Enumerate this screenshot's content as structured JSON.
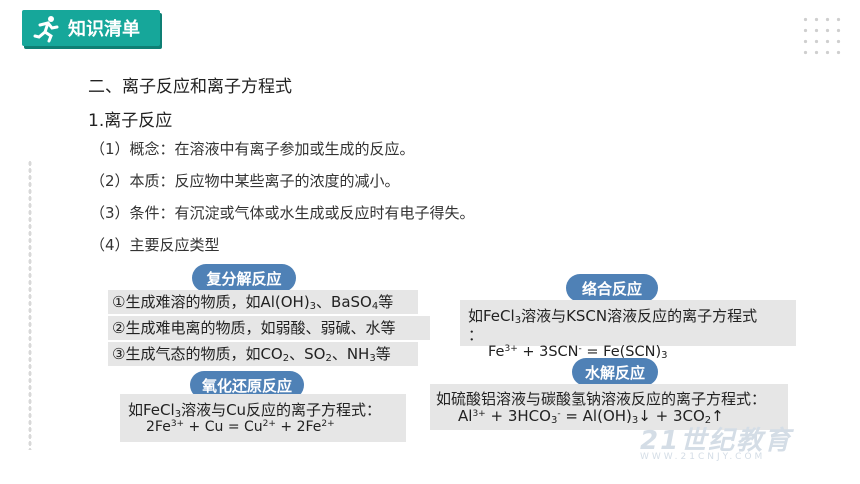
{
  "header": {
    "title": "知识清单",
    "icon": "runner-icon",
    "accent": "#16a79a"
  },
  "section": {
    "heading": "二、离子反应和离子方程式",
    "subheading": "1.离子反应",
    "items": [
      "（1）概念：在溶液中有离子参加或生成的反应。",
      "（2）本质：反应物中某些离子的浓度的减小。",
      "（3）条件：有沉淀或气体或水生成或反应时有电子得失。",
      "（4）主要反应类型"
    ]
  },
  "double_decomp": {
    "label": "复分解反应",
    "row1": {
      "a": "①生成难溶的物质，如Al(OH)",
      "b": "3",
      "c": "、BaSO",
      "d": "4",
      "e": "等"
    },
    "row2": "②生成难电离的物质，如弱酸、弱碱、水等",
    "row3": {
      "a": "③生成气态的物质，如CO",
      "b": "2",
      "c": "、SO",
      "d": "2",
      "e": "、NH",
      "f": "3",
      "g": "等"
    }
  },
  "redox": {
    "label": "氧化还原反应",
    "desc": {
      "a": "如FeCl",
      "b": "3",
      "c": "溶液与Cu反应的离子方程式："
    },
    "eq": {
      "a": "2Fe",
      "b": "3+",
      "c": " + Cu = Cu",
      "d": "2+",
      "e": " + 2Fe",
      "f": "2+"
    }
  },
  "complex": {
    "label": "络合反应",
    "desc": {
      "a": "如FeCl",
      "b": "3",
      "c": "溶液与KSCN溶液反应的离子方程式",
      "d": "："
    },
    "eq": {
      "a": "Fe",
      "b": "3+",
      "c": " + 3SCN",
      "d": "-",
      "e": "  =  Fe(SCN)",
      "f": "3"
    }
  },
  "hydrolysis": {
    "label": "水解反应",
    "desc": "如硫酸铝溶液与碳酸氢钠溶液反应的离子方程式：",
    "eq": {
      "a": "Al",
      "b": "3+",
      "c": " + 3HCO",
      "d": "3",
      "e": "-",
      "f": "  =  Al(OH)",
      "g": "3",
      "h": "↓ + 3CO",
      "i": "2",
      "j": "↑"
    }
  },
  "watermark": {
    "brand": "21世纪教育",
    "site": "WWW.21CNJY.COM"
  }
}
